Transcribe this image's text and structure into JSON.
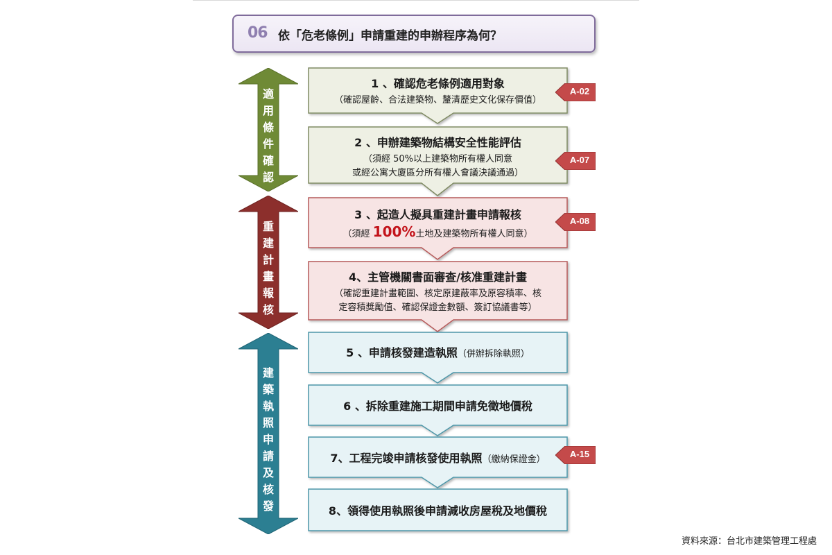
{
  "title": {
    "number": "06",
    "text": "依「危老條例」申請重建的申辦程序為何？"
  },
  "phases": [
    {
      "label": "適用條件確認",
      "color": "#6f8a36"
    },
    {
      "label": "重建計畫報核",
      "color": "#8c2f2c"
    },
    {
      "label": "建築執照申請及核發",
      "color": "#2c7f92"
    }
  ],
  "steps": [
    {
      "title": "1 、確認危老條例適用對象",
      "note": "（確認屋齡、合法建築物、釐清歷史文化保存價值）",
      "fill": "#eef0e4",
      "stroke": "#7f8a63"
    },
    {
      "title": "2 、申辦建築物結構安全性能評估",
      "note_line1": "（須經 50%以上建築物所有權人同意",
      "note_line2": "或經公寓大廈區分所有權人會議決議通過）",
      "fill": "#eef0e4",
      "stroke": "#7f8a63"
    },
    {
      "title": "3 、起造人擬具重建計畫申請報核",
      "note_prefix": "（須經 ",
      "note_highlight": "100%",
      "note_suffix": "土地及建築物所有權人同意）",
      "fill": "#f7e4e4",
      "stroke": "#b65a5a"
    },
    {
      "title": "4、主管機關書面審查/核准重建計畫",
      "note_line1": "（確認重建計畫範圍、核定原建蔽率及原容積率、核",
      "note_line2": "定容積獎勵值、確認保證金數額、簽訂協議書等）",
      "fill": "#f7e4e4",
      "stroke": "#b65a5a"
    },
    {
      "title": "5 、申請核發建造執照",
      "note": "（併辦拆除執照）",
      "fill": "#e7f3f6",
      "stroke": "#4d96a8"
    },
    {
      "title": "6 、拆除重建施工期間申請免徵地價稅",
      "fill": "#e7f3f6",
      "stroke": "#4d96a8"
    },
    {
      "title": "7、工程完竣申請核發使用執照",
      "note": "（繳納保證金）",
      "fill": "#e7f3f6",
      "stroke": "#4d96a8"
    },
    {
      "title": "8、領得使用執照後申請減收房屋稅及地價稅",
      "fill": "#e7f3f6",
      "stroke": "#4d96a8"
    }
  ],
  "tags": [
    "A-02",
    "A-07",
    "A-08",
    "A-15"
  ],
  "tag_color": "#c44a4a",
  "source": "資料來源：台北市建築管理工程處"
}
